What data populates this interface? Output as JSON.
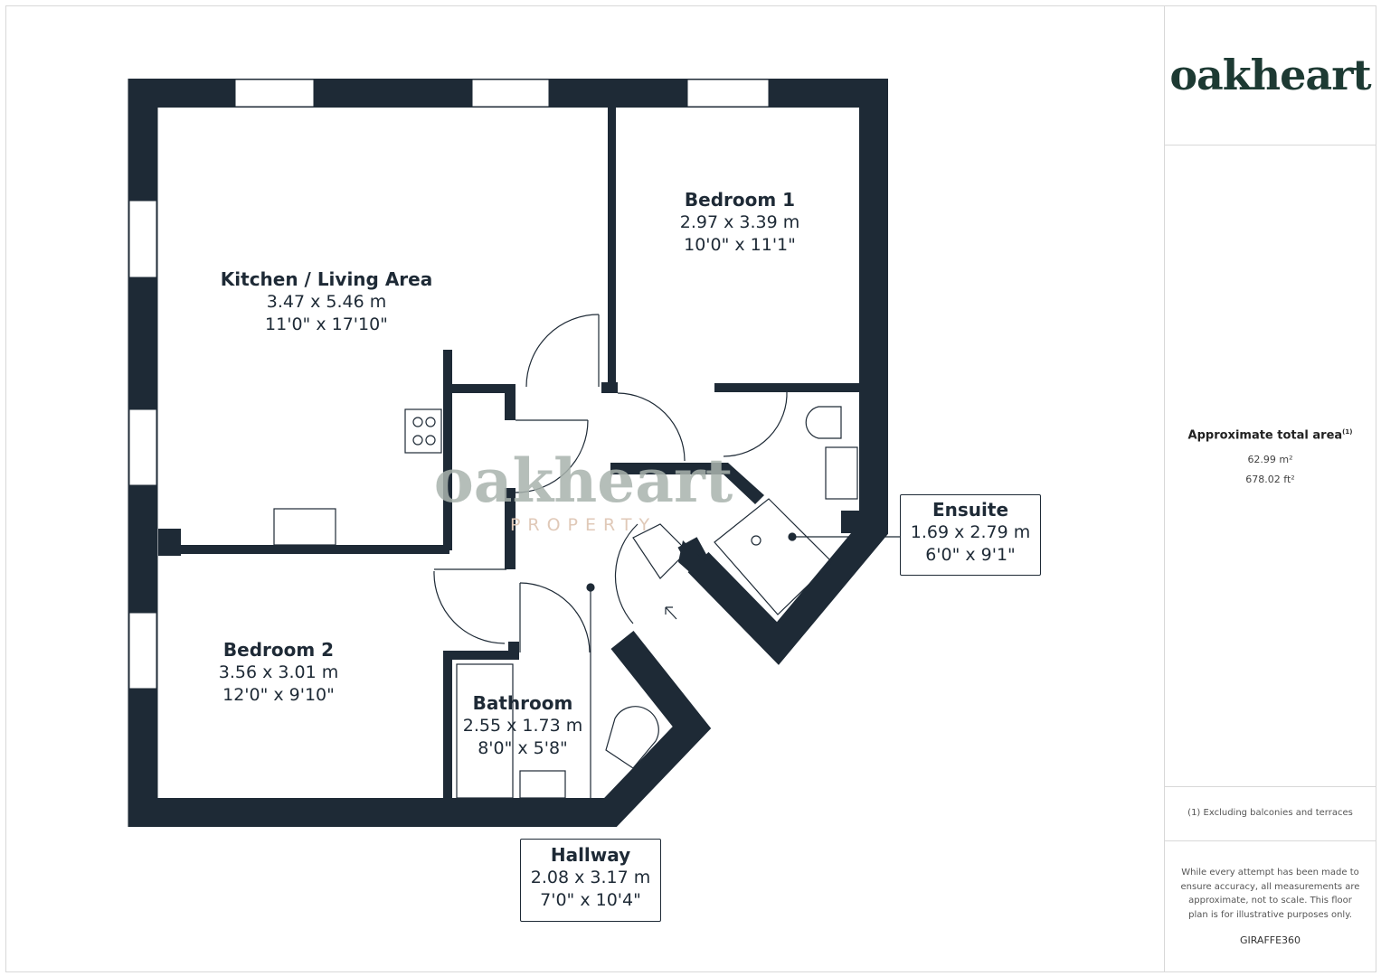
{
  "brand": {
    "logo": "oakheart",
    "watermark_main": "oakheart",
    "watermark_sub": "PROPERTY"
  },
  "rooms": [
    {
      "name": "Kitchen / Living Area",
      "metric": "3.47 x 5.46 m",
      "imperial": "11'0\" x 17'10\""
    },
    {
      "name": "Bedroom 1",
      "metric": "2.97 x 3.39 m",
      "imperial": "10'0\" x 11'1\""
    },
    {
      "name": "Bedroom 2",
      "metric": "3.56 x 3.01 m",
      "imperial": "12'0\" x 9'10\""
    },
    {
      "name": "Bathroom",
      "metric": "2.55 x 1.73 m",
      "imperial": "8'0\" x 5'8\""
    },
    {
      "name": "Ensuite",
      "metric": "1.69 x 2.79 m",
      "imperial": "6'0\" x 9'1\""
    },
    {
      "name": "Hallway",
      "metric": "2.08 x 3.17 m",
      "imperial": "7'0\" x 10'4\""
    }
  ],
  "summary": {
    "title": "Approximate total area",
    "footnote_mark": "(1)",
    "area_m2": "62.99 m²",
    "area_ft2": "678.02 ft²"
  },
  "footnote": "(1) Excluding balconies and terraces",
  "disclaimer": "While every attempt has been made to ensure accuracy, all measurements are approximate, not to scale. This floor plan is for illustrative purposes only.",
  "credit": "GIRAFFE360",
  "colors": {
    "wall": "#1e2a36",
    "logo": "#1d3a33",
    "watermark": "#a9b3ad"
  }
}
